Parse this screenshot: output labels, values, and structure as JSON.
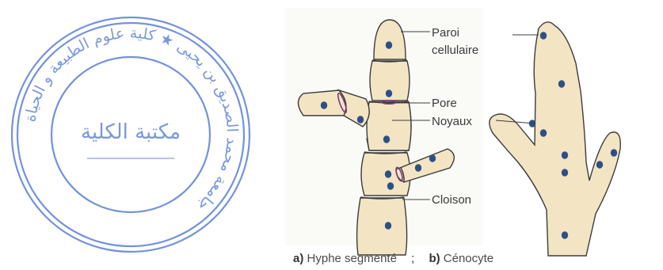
{
  "stamp": {
    "outer_text": "جامعة محمد الصديق بن يحيى ★ كلية علوم الطبيعة و الحياة",
    "center_text": "مكتبة الكلية",
    "color": "#5a7fd6"
  },
  "figure": {
    "labels": {
      "paroi_line1": "Paroi",
      "paroi_line2": "cellulaire",
      "pore": "Pore",
      "noyaux": "Noyaux",
      "cloison": "Cloison"
    },
    "captions": {
      "a_marker": "a)",
      "a_text": "Hyphe segmenté",
      "separator": ";",
      "b_marker": "b)",
      "b_text": "Cénocyte"
    },
    "colors": {
      "cell_fill": "#f3e4c4",
      "cell_stroke": "#3c3c3c",
      "nucleus": "#2e4f86",
      "pore_ring": "#7a3a7a"
    }
  }
}
